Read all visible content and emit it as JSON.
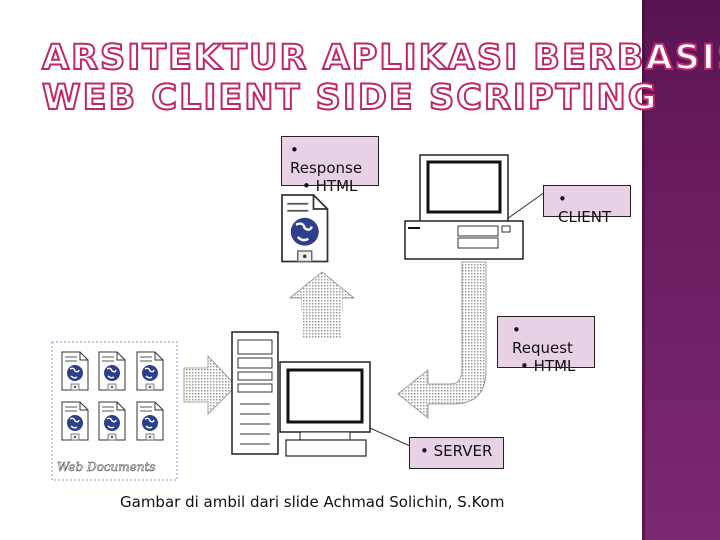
{
  "title_line1": "ARSITEKTUR APLIKASI BERBASIS",
  "title_line2": "WEB CLIENT SIDE SCRIPTING",
  "labels": {
    "response": [
      "Response",
      "HTML"
    ],
    "client": "CLIENT",
    "request": [
      "Request",
      "HTML"
    ],
    "server": "SERVER"
  },
  "web_docs_label": "Web Documents",
  "caption": "Gambar di ambil dari slide Achmad Solichin, S.Kom",
  "colors": {
    "sidebar": "#6d1e63",
    "title_outline": "#c0266a",
    "label_fill": "#e7d1e4"
  }
}
